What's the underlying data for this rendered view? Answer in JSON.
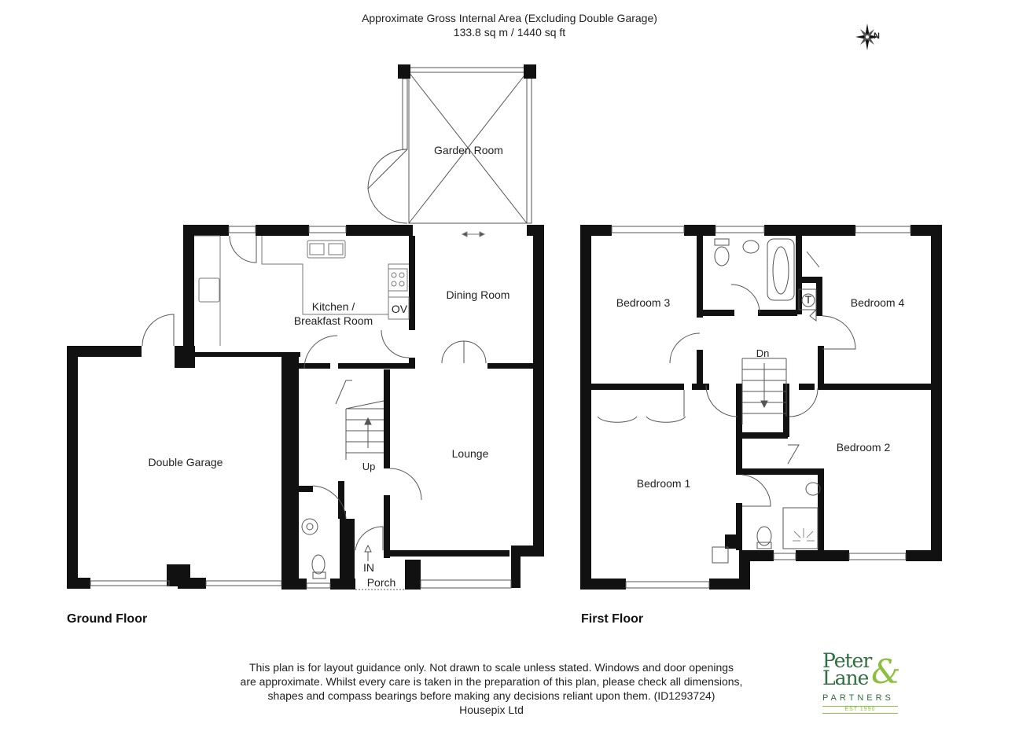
{
  "header": {
    "area_title": "Approximate Gross Internal Area (Excluding Double Garage)",
    "area_value": "133.8 sq m / 1440 sq ft"
  },
  "compass": {
    "label": "N"
  },
  "ground_floor": {
    "label": "Ground Floor",
    "rooms": {
      "garden_room": "Garden Room",
      "dining_room": "Dining Room",
      "kitchen_line1": "Kitchen /",
      "kitchen_line2": "Breakfast Room",
      "oven": "OV",
      "double_garage": "Double Garage",
      "lounge": "Lounge",
      "stairs_up": "Up",
      "entrance": "IN",
      "porch": "Porch"
    }
  },
  "first_floor": {
    "label": "First Floor",
    "rooms": {
      "bedroom3": "Bedroom 3",
      "bedroom4": "Bedroom 4",
      "bedroom1": "Bedroom 1",
      "bedroom2": "Bedroom 2",
      "stairs_down": "Dn",
      "tank": "T"
    }
  },
  "disclaimer": {
    "line1": "This plan is for layout guidance only. Not drawn to scale unless stated. Windows and door openings",
    "line2": "are approximate. Whilst every care is taken in the preparation of this plan, please check all dimensions,",
    "line3": "shapes and compass bearings before making any decisions reliant upon them. (ID1293724)",
    "line4": "Housepix Ltd"
  },
  "logo": {
    "line1": "Peter",
    "line2": "Lane",
    "ampersand": "&",
    "line3": "PARTNERS",
    "line4": "EST 1990"
  },
  "colors": {
    "wall": "#111111",
    "logo_green": "#2f6e3f",
    "logo_lime": "#8bbf3f"
  }
}
